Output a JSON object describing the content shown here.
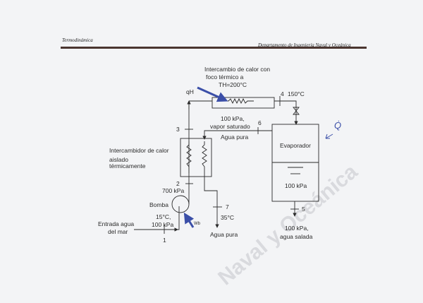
{
  "header": {
    "left": "Termodinámica",
    "right": "Departamento de Ingeniería Naval y Oceánica"
  },
  "watermark": "Naval y Oceánica",
  "diagram": {
    "heater_label": [
      "Intercambio de calor con",
      "foco térmico a",
      "TH=200°C"
    ],
    "qh": "qH",
    "state4": "4",
    "t4": "150°C",
    "q_dot": "Q̇",
    "state6": "6",
    "state6_desc": [
      "100 kPa,",
      "vapor saturado",
      "Agua pura"
    ],
    "state3": "3",
    "evaporator": "Evaporador",
    "evap_pressure": "100 kPa",
    "exchanger_label": [
      "Intercambidor de calor",
      "aislado",
      "térmicamente"
    ],
    "state2": "2",
    "p2": "700 kPa",
    "pump": "Bomba",
    "inlet_cond": [
      "15°C,",
      "100 kPa"
    ],
    "inlet": [
      "Entrada agua",
      "del mar"
    ],
    "state1": "1",
    "wb": "Wb",
    "state7": "7",
    "t7": "35°C",
    "out7": "Agua pura",
    "state5": "5",
    "out5": [
      "100 kPa,",
      "agua salada"
    ],
    "colors": {
      "ink": "#2a2a2a",
      "pen": "#3b4fa8",
      "rule": "#4a3530"
    }
  }
}
